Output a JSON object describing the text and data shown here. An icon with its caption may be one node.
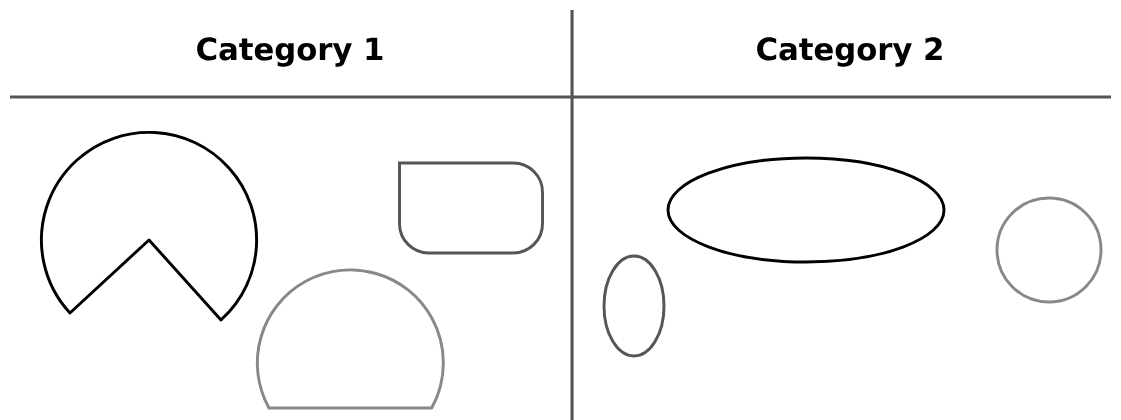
{
  "diagram": {
    "labels": [
      "Category 1",
      "Category 2"
    ],
    "nodes": [
      {
        "text": [],
        "shape": "sector"
      },
      {
        "text": [],
        "shape": "box"
      },
      {
        "text": [],
        "shape": "dome"
      },
      {
        "text": [],
        "shape": "ellipse"
      },
      {
        "text": [],
        "shape": "ellipse"
      },
      {
        "text": [],
        "shape": "circle"
      }
    ]
  }
}
